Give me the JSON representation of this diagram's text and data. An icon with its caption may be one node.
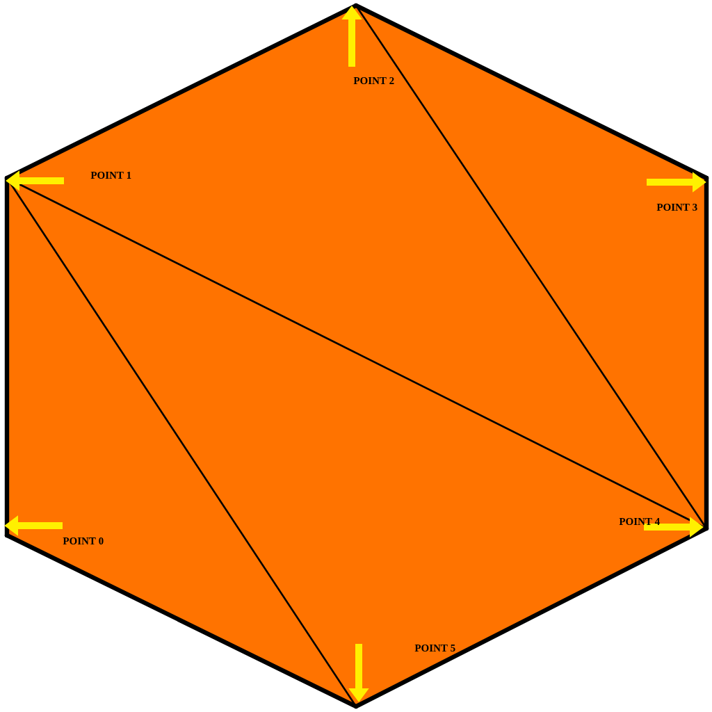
{
  "diagram": {
    "nodes": [
      {
        "text": [
          "POINT 0"
        ]
      },
      {
        "text": [
          "POINT 1"
        ]
      },
      {
        "text": [
          "POINT 2"
        ]
      },
      {
        "text": [
          "POINT 3"
        ]
      },
      {
        "text": [
          "POINT 4"
        ]
      },
      {
        "text": [
          "POINT 5"
        ]
      }
    ],
    "edges": [
      {
        "from": 0,
        "to": 1,
        "arrow": "none"
      },
      {
        "from": 1,
        "to": 2,
        "arrow": "none"
      },
      {
        "from": 2,
        "to": 3,
        "arrow": "none"
      },
      {
        "from": 3,
        "to": 4,
        "arrow": "none"
      },
      {
        "from": 4,
        "to": 5,
        "arrow": "none"
      },
      {
        "from": 5,
        "to": 0,
        "arrow": "none"
      },
      {
        "from": 1,
        "to": 4,
        "arrow": "none"
      },
      {
        "from": 1,
        "to": 5,
        "arrow": "none"
      },
      {
        "from": 2,
        "to": 4,
        "arrow": "none"
      }
    ]
  }
}
